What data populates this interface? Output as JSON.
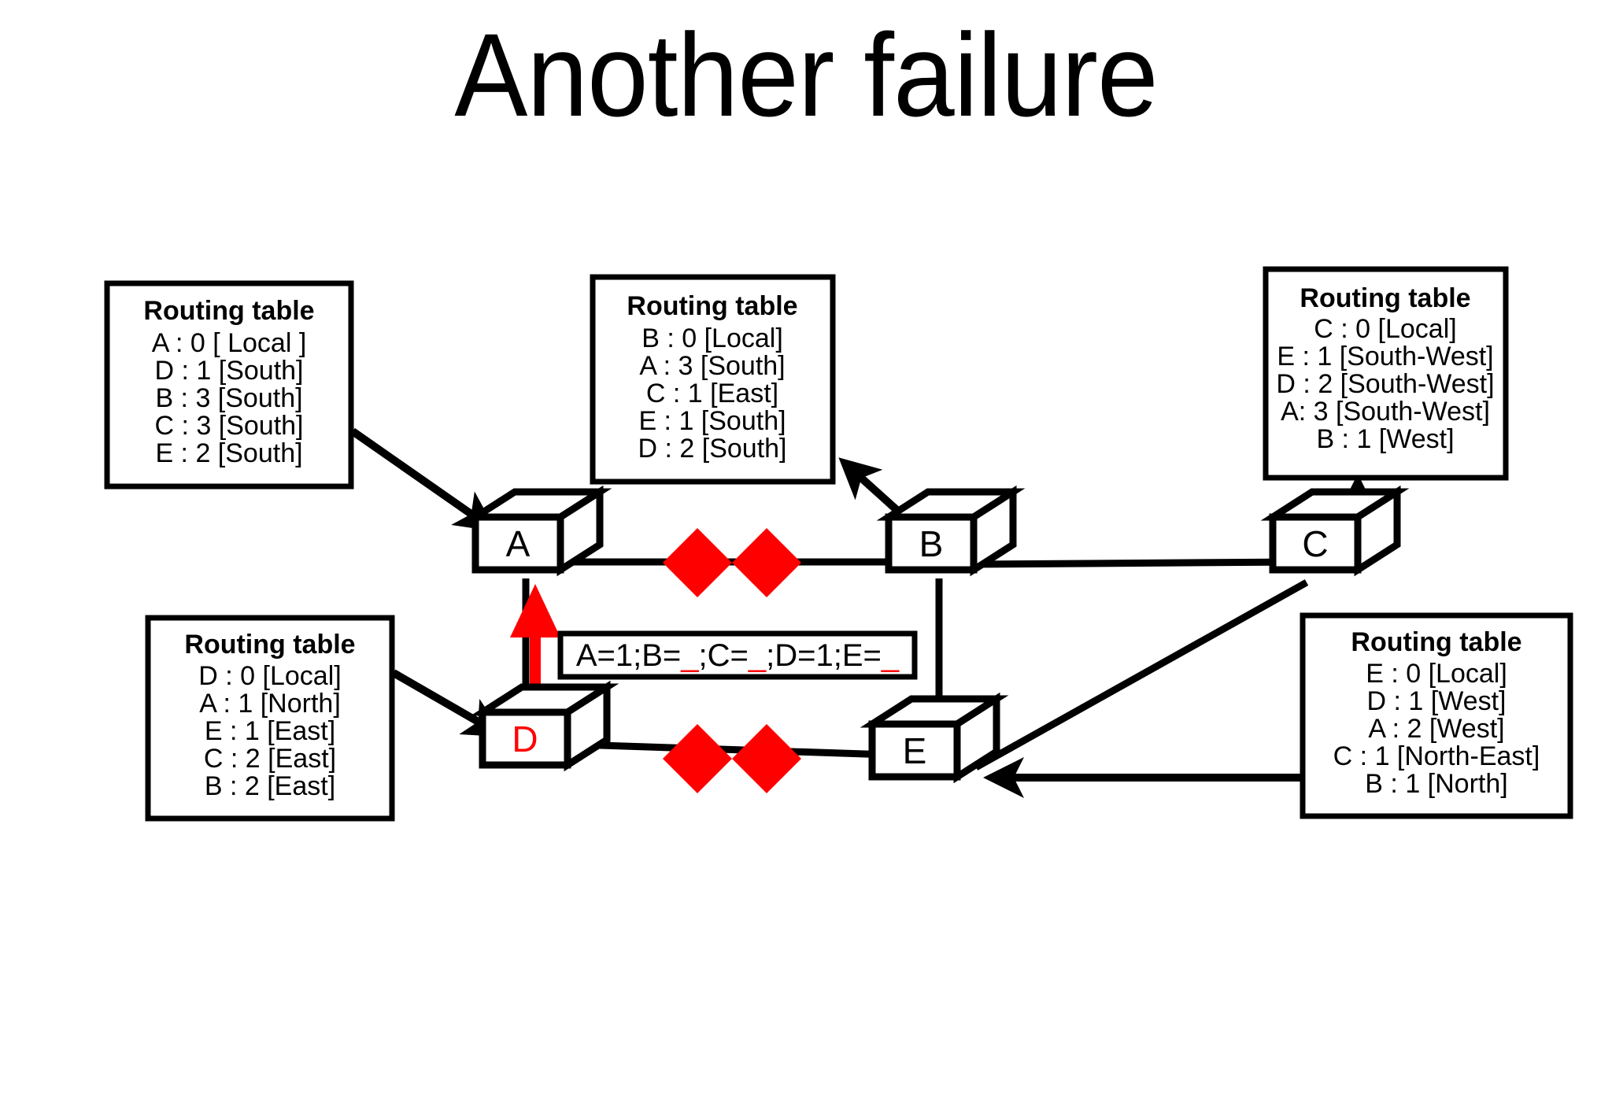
{
  "slide": {
    "title": "Another failure",
    "background_color": "#ffffff",
    "accent_color": "#ff0000"
  },
  "routing_tables": [
    {
      "id": "table-a",
      "owner": "A",
      "title": "Routing table",
      "rows": [
        "A : 0 [ Local ]",
        "D : 1 [South]",
        "B : 3 [South]",
        "C : 3 [South]",
        "E : 2 [South]"
      ]
    },
    {
      "id": "table-b",
      "owner": "B",
      "title": "Routing table",
      "rows": [
        "B : 0 [Local]",
        "A : 3 [South]",
        "C : 1 [East]",
        "E : 1 [South]",
        "D : 2 [South]"
      ]
    },
    {
      "id": "table-c",
      "owner": "C",
      "title": "Routing table",
      "rows": [
        "C : 0 [Local]",
        "E : 1 [South-West]",
        "D : 2 [South-West]",
        "A: 3 [South-West]",
        "B : 1 [West]"
      ]
    },
    {
      "id": "table-d",
      "owner": "D",
      "title": "Routing table",
      "rows": [
        "D : 0 [Local]",
        "A : 1 [North]",
        "E : 1 [East]",
        "C : 2 [East]",
        "B : 2 [East]"
      ]
    },
    {
      "id": "table-e",
      "owner": "E",
      "title": "Routing table",
      "rows": [
        "E : 0 [Local]",
        "D : 1 [West]",
        "A : 2 [West]",
        "C : 1 [North-East]",
        "B : 1 [North]"
      ]
    }
  ],
  "routers": [
    {
      "id": "router-a",
      "label": "A",
      "label_color": "#000000"
    },
    {
      "id": "router-b",
      "label": "B",
      "label_color": "#000000"
    },
    {
      "id": "router-c",
      "label": "C",
      "label_color": "#000000"
    },
    {
      "id": "router-d",
      "label": "D",
      "label_color": "#ff0000"
    },
    {
      "id": "router-e",
      "label": "E",
      "label_color": "#000000"
    }
  ],
  "message_packet": {
    "id": "message-packet",
    "parts": [
      {
        "text": "A=1;B=",
        "color": "#000000"
      },
      {
        "text": "_",
        "color": "#ff0000"
      },
      {
        "text": ";C=",
        "color": "#000000"
      },
      {
        "text": "_",
        "color": "#ff0000"
      },
      {
        "text": ";D=1;E=",
        "color": "#000000"
      },
      {
        "text": "_",
        "color": "#ff0000"
      }
    ],
    "full_text": "A=1;B=_;C=_;D=1;E=_"
  },
  "failed_links": [
    {
      "id": "link-failure-a-b",
      "between": "A-B"
    },
    {
      "id": "link-failure-d-e",
      "between": "D-E"
    }
  ],
  "links": [
    {
      "id": "link-a-b",
      "from": "A",
      "to": "B",
      "state": "broken"
    },
    {
      "id": "link-b-c",
      "from": "B",
      "to": "C",
      "state": "up"
    },
    {
      "id": "link-a-d",
      "from": "A",
      "to": "D",
      "state": "up"
    },
    {
      "id": "link-b-e",
      "from": "B",
      "to": "E",
      "state": "up"
    },
    {
      "id": "link-d-e",
      "from": "D",
      "to": "E",
      "state": "broken"
    },
    {
      "id": "link-c-e",
      "from": "C",
      "to": "E",
      "state": "up"
    }
  ],
  "flow_arrow": {
    "id": "packet-flow-arrow",
    "from": "D",
    "to": "A",
    "color": "#ff0000"
  }
}
